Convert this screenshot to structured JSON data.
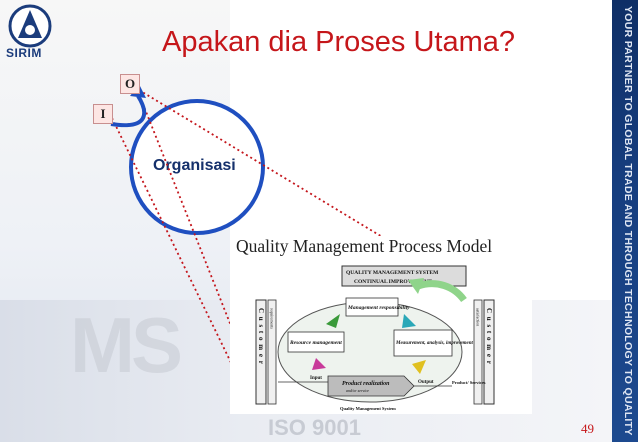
{
  "slide": {
    "title": "Apakan dia Proses Utama?",
    "page_number": "49"
  },
  "logo": {
    "text": "SIRIM"
  },
  "sidebar": {
    "tagline": "YOUR PARTNER TO GLOBAL TRADE AND THROUGH TECHNOLOGY TO QUALITY"
  },
  "watermarks": {
    "ms": "MS",
    "iso": "ISO 9001"
  },
  "organisation": {
    "label": "Organisasi",
    "output_box": "O",
    "input_box": "I"
  },
  "qm_model": {
    "title": "Quality Management Process Model",
    "system_line1": "QUALITY MANAGEMENT SYSTEM",
    "system_line2": "CONTINUAL IMPROVEMENT",
    "customer_vertical": "C u s t o m e r",
    "requirements_vertical": "requirements",
    "satisfaction_vertical": "satisfaction",
    "management_responsibility": "Management responsibility",
    "resource_management": "Resource management",
    "measurement": "Measurement, analysis, improvement",
    "product_realization": "Product realization",
    "product_sub": "and/or service",
    "input": "Input",
    "output": "Output",
    "product_services": "Product/ Services",
    "footer": "Quality Management System"
  },
  "colors": {
    "title": "#c5161a",
    "circle": "#1f4fc0",
    "sidebar": "#163d7e",
    "dotted_line": "#c4161c"
  }
}
